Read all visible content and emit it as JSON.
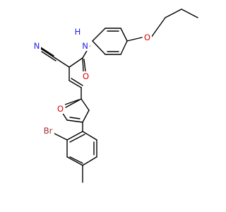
{
  "molecule": {
    "atoms": {
      "N_cyano": {
        "text": "N",
        "color": "#2222dd"
      },
      "H": {
        "text": "H",
        "color": "#2222dd"
      },
      "N_amide": {
        "text": "N",
        "color": "#2222dd"
      },
      "O_carbonyl": {
        "text": "O",
        "color": "#dd0000"
      },
      "O_ether": {
        "text": "O",
        "color": "#dd0000"
      },
      "O_furan": {
        "text": "O",
        "color": "#dd0000"
      },
      "Br": {
        "text": "Br",
        "color": "#a52a2a"
      }
    }
  }
}
